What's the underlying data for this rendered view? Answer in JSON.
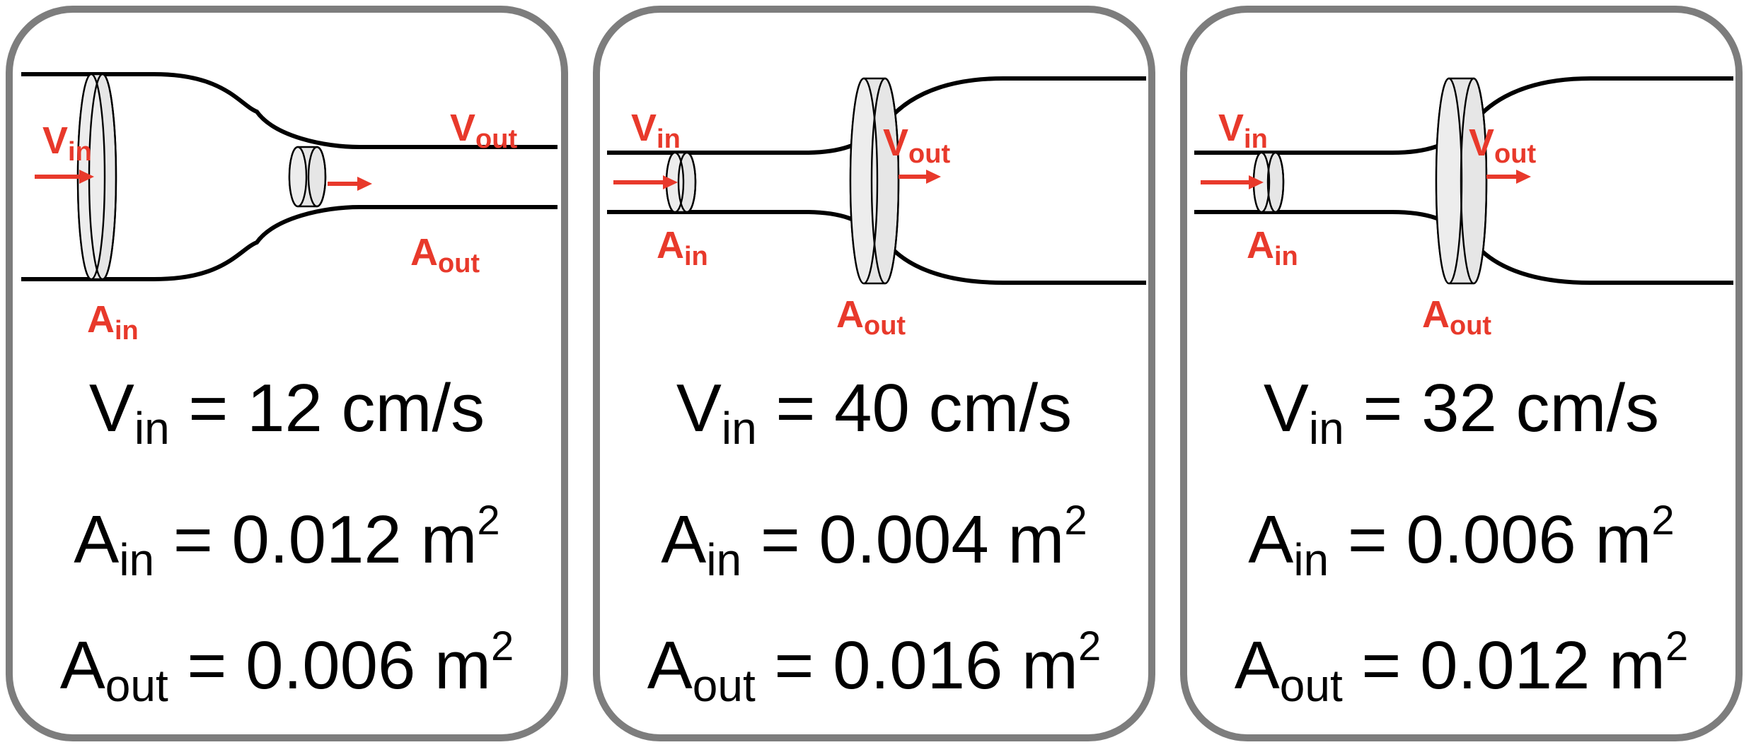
{
  "panels": [
    {
      "labels": {
        "v_in": {
          "main": "V",
          "sub": "in"
        },
        "v_out": {
          "main": "V",
          "sub": "out"
        },
        "a_in": {
          "main": "A",
          "sub": "in"
        },
        "a_out": {
          "main": "A",
          "sub": "out"
        }
      },
      "equations": {
        "v_in": {
          "symbol": "V",
          "sub": "in",
          "value": " = 12 cm/s"
        },
        "a_in": {
          "symbol": "A",
          "sub": "in",
          "value": " = 0.012 m",
          "sup": "2"
        },
        "a_out": {
          "symbol": "A",
          "sub": "out",
          "value": " = 0.006 m",
          "sup": "2"
        }
      }
    },
    {
      "labels": {
        "v_in": {
          "main": "V",
          "sub": "in"
        },
        "v_out": {
          "main": "V",
          "sub": "out"
        },
        "a_in": {
          "main": "A",
          "sub": "in"
        },
        "a_out": {
          "main": "A",
          "sub": "out"
        }
      },
      "equations": {
        "v_in": {
          "symbol": "V",
          "sub": "in",
          "value": " = 40 cm/s"
        },
        "a_in": {
          "symbol": "A",
          "sub": "in",
          "value": " = 0.004 m",
          "sup": "2"
        },
        "a_out": {
          "symbol": "A",
          "sub": "out",
          "value": " = 0.016 m",
          "sup": "2"
        }
      }
    },
    {
      "labels": {
        "v_in": {
          "main": "V",
          "sub": "in"
        },
        "v_out": {
          "main": "V",
          "sub": "out"
        },
        "a_in": {
          "main": "A",
          "sub": "in"
        },
        "a_out": {
          "main": "A",
          "sub": "out"
        }
      },
      "equations": {
        "v_in": {
          "symbol": "V",
          "sub": "in",
          "value": " = 32 cm/s"
        },
        "a_in": {
          "symbol": "A",
          "sub": "in",
          "value": " = 0.006 m",
          "sup": "2"
        },
        "a_out": {
          "symbol": "A",
          "sub": "out",
          "value": " = 0.012 m",
          "sup": "2"
        }
      }
    }
  ],
  "colors": {
    "label_red": "#e8392b",
    "border_gray": "#7d7d7d",
    "disc_fill": "#e6e6e6"
  }
}
